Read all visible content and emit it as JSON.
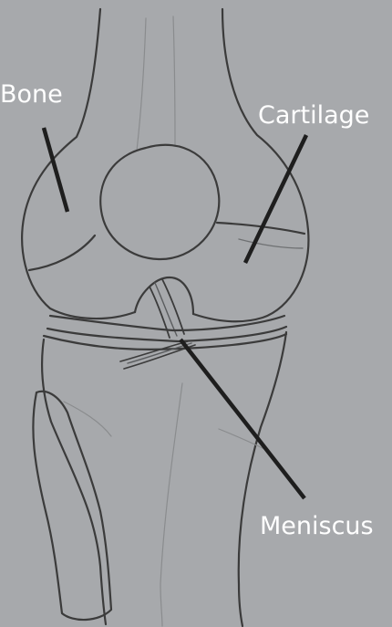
{
  "labels": {
    "bone": "Bone",
    "cartilage": "Cartilage",
    "meniscus": "Meniscus"
  },
  "colors": {
    "background": "#a7a9ac",
    "outline": "#3a3a3a",
    "label_text": "#ffffff",
    "leader_line": "#1e1e1e"
  }
}
